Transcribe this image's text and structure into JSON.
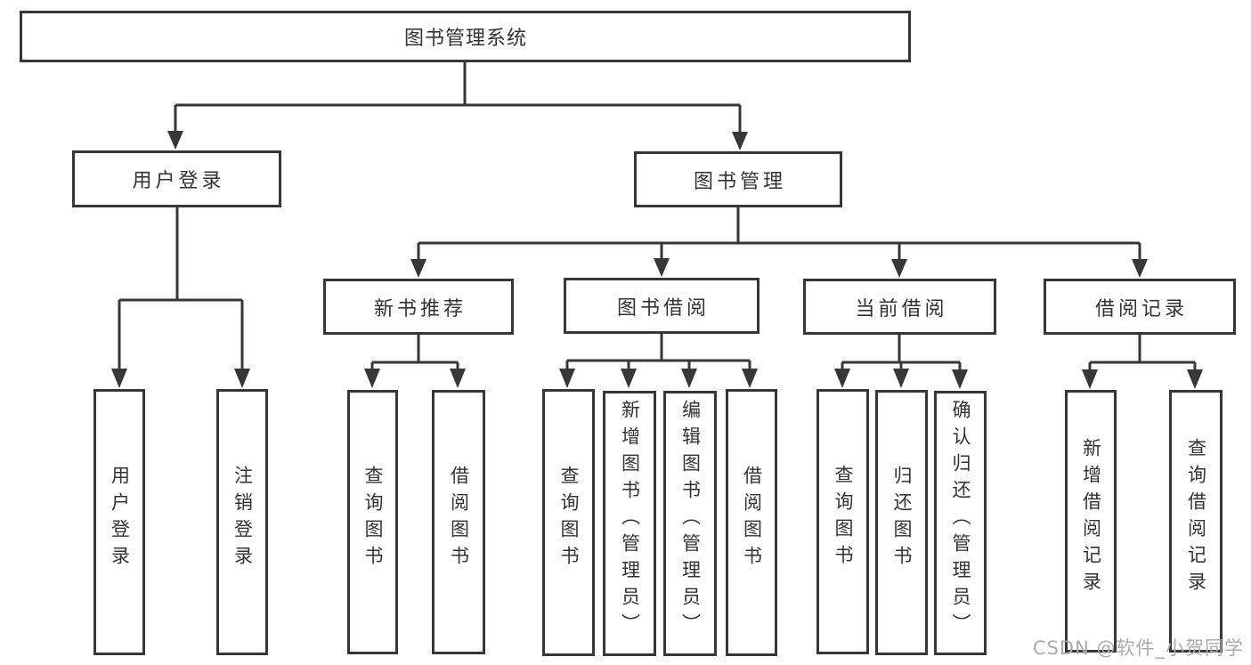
{
  "diagram": {
    "nodes": {
      "root": "图书管理系统",
      "user_login": "用户登录",
      "book_mgmt": "图书管理",
      "new_book": "新书推荐",
      "book_borrow": "图书借阅",
      "current_borrow": "当前借阅",
      "borrow_record": "借阅记录",
      "ul_login": "用户登录",
      "ul_logout": "注销登录",
      "nb_query": "查询图书",
      "nb_borrow": "借阅图书",
      "bb_query": "查询图书",
      "bb_add": "新增图书（管理员）",
      "bb_edit": "编辑图书（管理员）",
      "bb_borrow": "借阅图书",
      "cb_query": "查询图书",
      "cb_return": "归还图书",
      "cb_confirm": "确认归还（管理员）",
      "br_add": "新增借阅记录",
      "br_query": "查询借阅记录"
    },
    "colors": {
      "line": "#373737",
      "text": "#333333",
      "box_background": "#ffffff",
      "watermark": "#ababab"
    }
  },
  "watermark": {
    "text": "CSDN @软件_小贺同学"
  }
}
